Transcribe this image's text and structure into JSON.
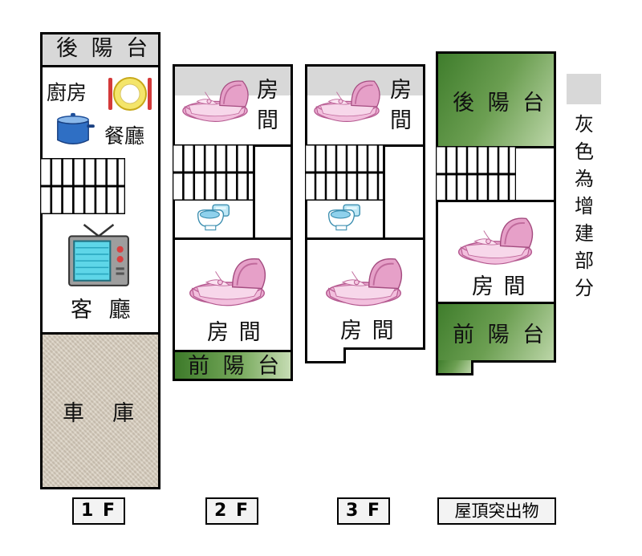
{
  "floor_1": {
    "rear_balcony": "後 陽 台",
    "kitchen": "廚房",
    "dining": "餐廳",
    "living": "客 廳",
    "garage": "車  庫",
    "label": "1 F"
  },
  "floor_2": {
    "room_top": [
      "房",
      "間"
    ],
    "room_bottom": "房 間",
    "front_balcony": "前 陽 台",
    "label": "2 F"
  },
  "floor_3": {
    "room_top": [
      "房",
      "間"
    ],
    "room_bottom": "房 間",
    "label": "3 F"
  },
  "roof": {
    "rear_balcony": "後 陽 台",
    "room": "房 間",
    "front_balcony": "前 陽 台",
    "label": "屋頂突出物"
  },
  "legend": {
    "swatch_color": "#d8d8d8",
    "text": [
      "灰",
      "色",
      "為",
      "增",
      "建",
      "部",
      "分"
    ]
  },
  "colors": {
    "annex_grey": "#d8d8d8",
    "balcony_green": "#5a8f40",
    "garage_beige": "#d6ccbb"
  },
  "icons": [
    "bassinet-icon",
    "toilet-icon",
    "tv-icon",
    "cooking-pot-icon",
    "plate-cutlery-icon",
    "stairs-icon"
  ]
}
